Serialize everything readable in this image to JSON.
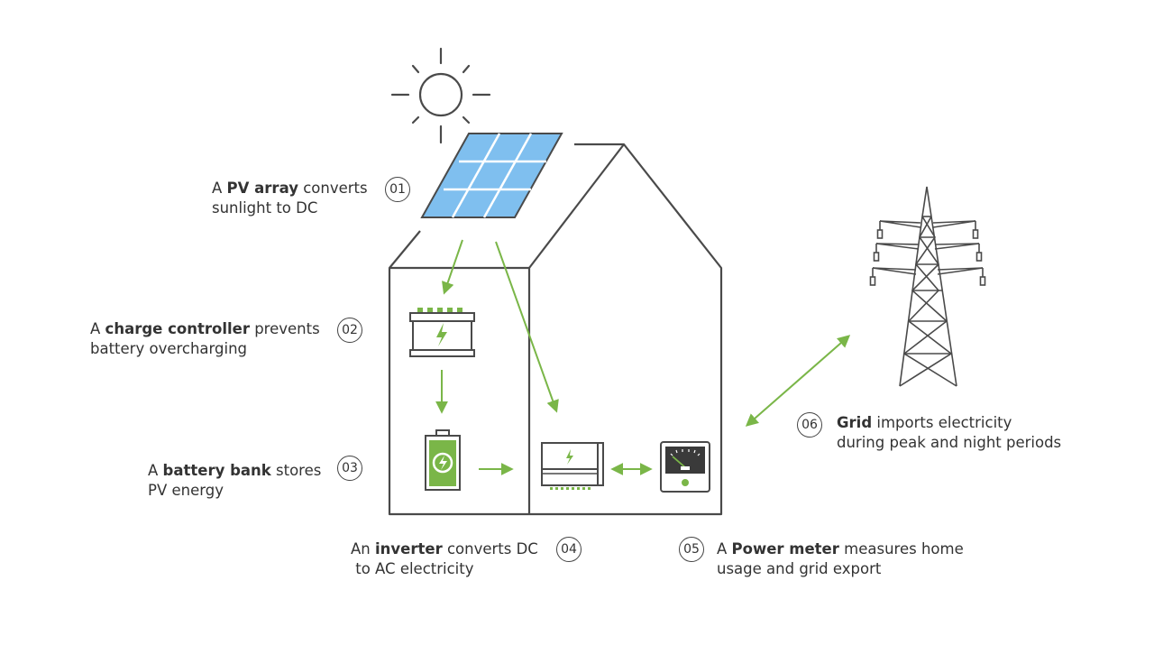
{
  "colors": {
    "outline": "#4a4a4a",
    "accent_green": "#7ab648",
    "panel_blue": "#7fbfef",
    "text": "#333333"
  },
  "steps": [
    {
      "number": "01",
      "pre": "A ",
      "bold": "PV array",
      "post": " converts",
      "line2": "sunlight to DC",
      "icon": "solar-panel-icon"
    },
    {
      "number": "02",
      "pre": "A ",
      "bold": "charge controller",
      "post": " prevents",
      "line2": "battery overcharging",
      "icon": "charge-controller-icon"
    },
    {
      "number": "03",
      "pre": "A ",
      "bold": "battery bank",
      "post": " stores",
      "line2": "PV energy",
      "icon": "battery-icon"
    },
    {
      "number": "04",
      "pre": "An ",
      "bold": "inverter",
      "post": " converts DC",
      "line2": " to AC electricity",
      "icon": "inverter-icon"
    },
    {
      "number": "05",
      "pre": "A ",
      "bold": "Power meter",
      "post": " measures home",
      "line2": "usage and grid export",
      "icon": "power-meter-icon"
    },
    {
      "number": "06",
      "pre": "",
      "bold": "Grid",
      "post": " imports electricity",
      "line2": "during peak and night periods",
      "icon": "transmission-tower-icon"
    }
  ]
}
